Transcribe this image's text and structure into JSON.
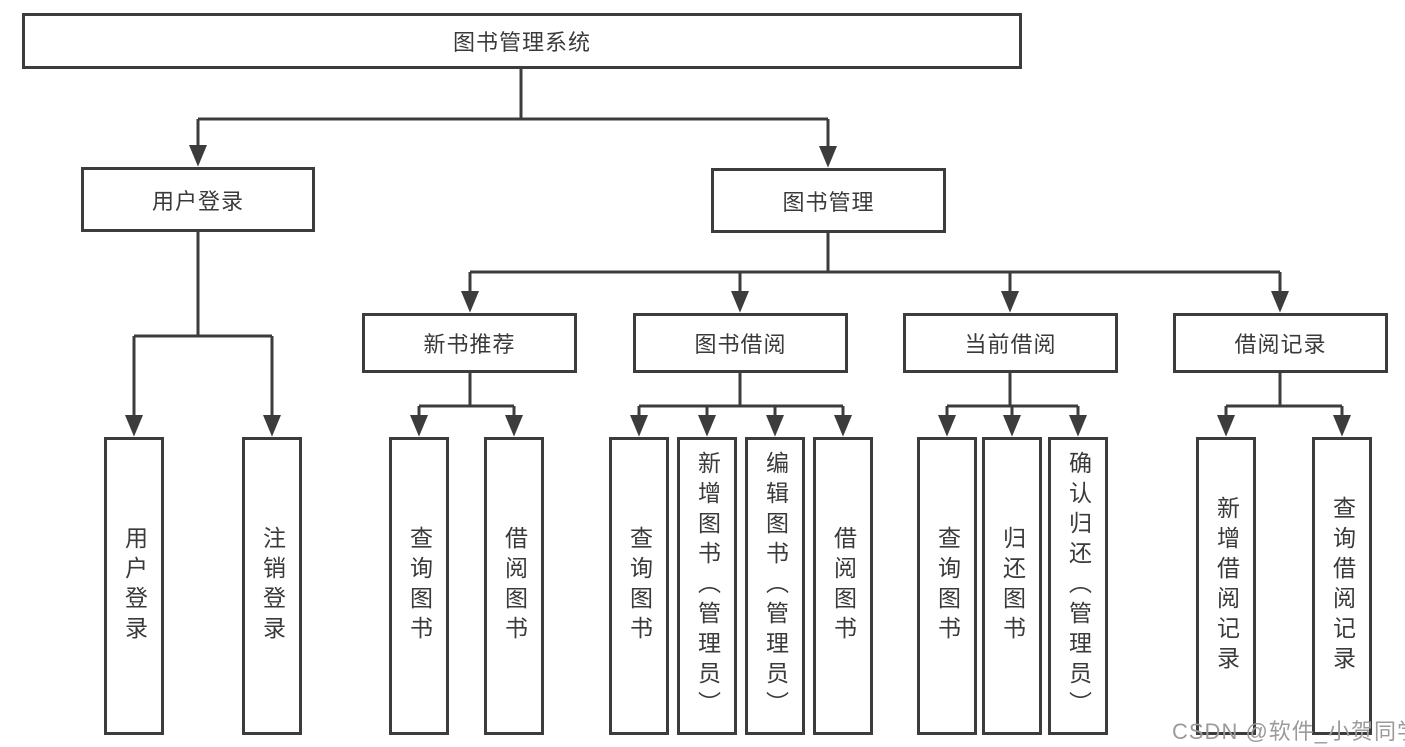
{
  "diagram": {
    "root": {
      "label": "图书管理系统"
    },
    "level2": [
      {
        "label": "用户登录"
      },
      {
        "label": "图书管理"
      }
    ],
    "level3": [
      {
        "label": "新书推荐"
      },
      {
        "label": "图书借阅"
      },
      {
        "label": "当前借阅"
      },
      {
        "label": "借阅记录"
      }
    ],
    "leaves": {
      "user": [
        "用户登录",
        "注销登录"
      ],
      "recommend": [
        "查询图书",
        "借阅图书"
      ],
      "borrow": [
        "查询图书",
        "新增图书（管理员）",
        "编辑图书（管理员）",
        "借阅图书"
      ],
      "current": [
        "查询图书",
        "归还图书",
        "确认归还（管理员）"
      ],
      "records": [
        "新增借阅记录",
        "查询借阅记录"
      ]
    },
    "watermark": "CSDN @软件_小贺同学",
    "colors": {
      "line": "#3c3c3c",
      "text": "#3a3a3a",
      "background": "#ffffff",
      "watermark": "#9b9b9b"
    }
  }
}
